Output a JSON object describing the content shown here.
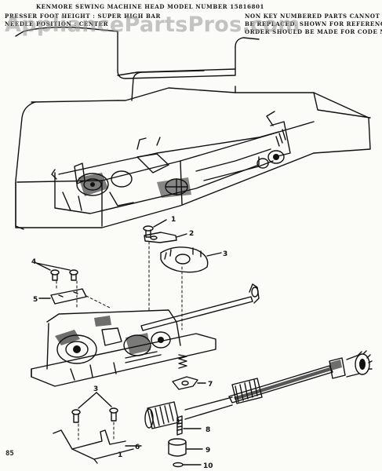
{
  "header": {
    "title": "KENMORE SEWING MACHINE HEAD  MODEL NUMBER 15816801",
    "left_line1": "PRESSER FOOT HEIGHT : SUPER HIGH BAR",
    "left_line2": "NEEDLE POSITION : CENTER",
    "right_line1": "NON KEY NUMBERED PARTS CANNOT",
    "right_line2": "BE REPLACED. SHOWN FOR REFERENCE",
    "right_line3": "ORDER SHOULD BE MADE FOR CODE NT"
  },
  "watermark": "AppliancePartsPros.com",
  "callouts": [
    "1",
    "2",
    "3",
    "4",
    "5",
    "3",
    "7",
    "8",
    "9",
    "10",
    "6",
    "1"
  ],
  "page_number": "85",
  "colors": {
    "ink": "#111111",
    "paper": "#fbfbf8",
    "watermark": "#969696"
  }
}
